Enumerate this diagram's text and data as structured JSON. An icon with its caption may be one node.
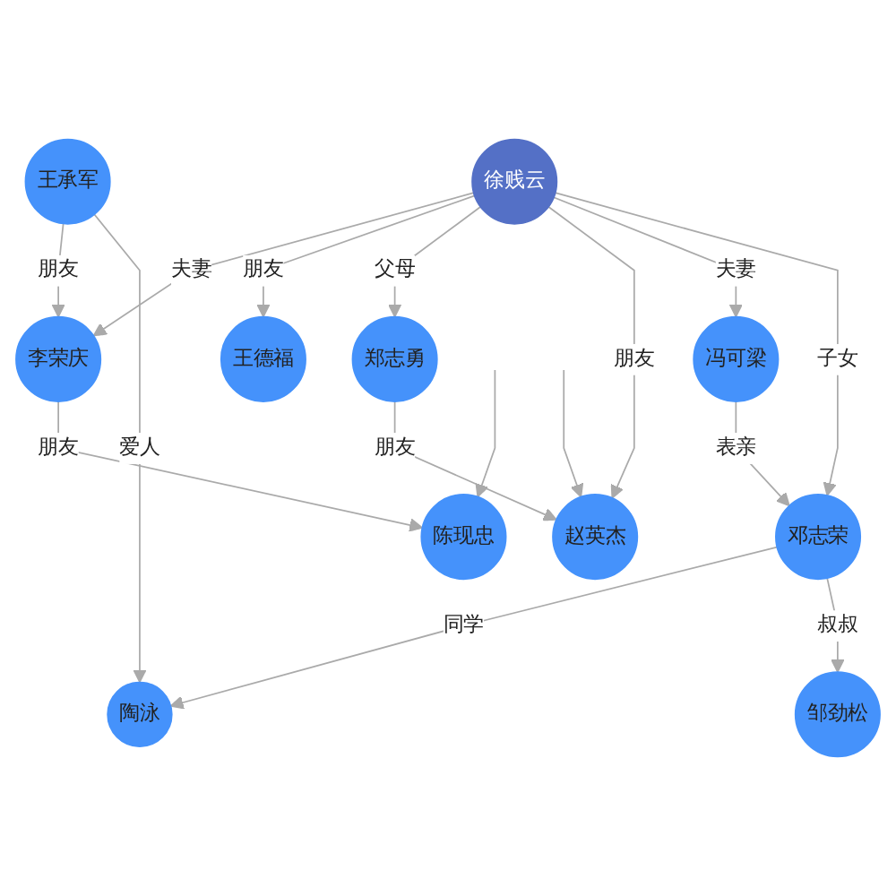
{
  "diagram": {
    "nodes": [
      {
        "text": [
          "陈现忠"
        ]
      },
      {
        "text": [
          "李荣庆"
        ]
      },
      {
        "text": [
          "王承军"
        ]
      },
      {
        "text": [
          "王德福"
        ]
      },
      {
        "text": [
          "徐贱云"
        ]
      },
      {
        "text": [
          "陶泳"
        ]
      },
      {
        "text": [
          "冯可梁"
        ]
      },
      {
        "text": [
          "郑志勇"
        ]
      },
      {
        "text": [
          "赵英杰"
        ]
      },
      {
        "text": [
          "邓志荣"
        ]
      },
      {
        "text": [
          "邹劲松"
        ]
      }
    ],
    "edges": [
      {
        "from": null,
        "to": 0,
        "arrow": "to"
      },
      {
        "from": 1,
        "to": 0,
        "arrow": "to",
        "label": "朋友"
      },
      {
        "from": 2,
        "to": 1,
        "arrow": "to",
        "label": "朋友"
      },
      {
        "from": 4,
        "to": 1,
        "arrow": "to",
        "label": "夫妻"
      },
      {
        "from": 4,
        "to": 3,
        "arrow": "to",
        "label": "朋友"
      },
      {
        "from": 2,
        "to": 5,
        "arrow": "to",
        "label": "爱人"
      },
      {
        "from": 4,
        "to": 7,
        "arrow": "to",
        "label": "父母"
      },
      {
        "from": 4,
        "to": 8,
        "arrow": "to",
        "label": "朋友"
      },
      {
        "from": 7,
        "to": 8,
        "arrow": "to",
        "label": "朋友"
      },
      {
        "from": null,
        "to": 8,
        "arrow": "to"
      },
      {
        "from": 4,
        "to": 6,
        "arrow": "to",
        "label": "夫妻"
      },
      {
        "from": 4,
        "to": 9,
        "arrow": "to",
        "label": "子女"
      },
      {
        "from": 6,
        "to": 9,
        "arrow": "to",
        "label": "表亲"
      },
      {
        "from": 9,
        "to": 5,
        "arrow": "to",
        "label": "同学"
      },
      {
        "from": 9,
        "to": 10,
        "arrow": "to",
        "label": "叔叔"
      }
    ]
  }
}
